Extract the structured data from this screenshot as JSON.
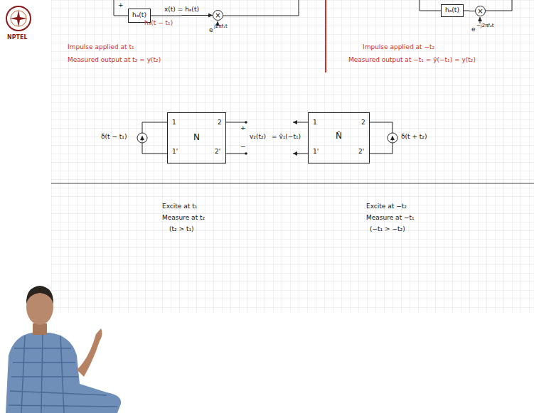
{
  "diagram": {
    "nodes": [
      {
        "text": [
          "hₐ(t)"
        ]
      },
      {
        "text": [
          "×"
        ]
      },
      {
        "text": [
          "hₐ(t)"
        ]
      },
      {
        "text": [
          "×"
        ]
      },
      {
        "text": [
          "1",
          "1'",
          "2",
          "2'",
          "N"
        ]
      },
      {
        "text": [
          "1",
          "1'",
          "2",
          "2'",
          "N̂"
        ]
      }
    ],
    "edges": [
      {
        "from": 0,
        "to": 1,
        "label": "x(t) = hₐ(t)",
        "arrow": "to"
      },
      {
        "from": 2,
        "to": 3,
        "arrow": "none"
      }
    ],
    "labels": [
      "+",
      "hₐ(t − t₁)",
      "e",
      "j2πf₁t",
      "e",
      "−j2πf₂t",
      "NPTEL",
      "Impulse applied at t₁",
      "Measured output at t₂ = y(t₂)",
      "Impulse applied at −t₂",
      "Measured output at −t₁ = ŷ(−t₁) = y(t₂)",
      "δ(t − t₁)",
      "+",
      "v₂(t₂)",
      "−",
      "= ṽ₁(−t₁)",
      "δ(t + t₂)",
      "Excite at t₁",
      "Measure at t₂",
      "(t₂ > t₁)",
      "Excite at −t₂",
      "Measure at −t₁",
      "(−t₁ > −t₂)"
    ]
  }
}
